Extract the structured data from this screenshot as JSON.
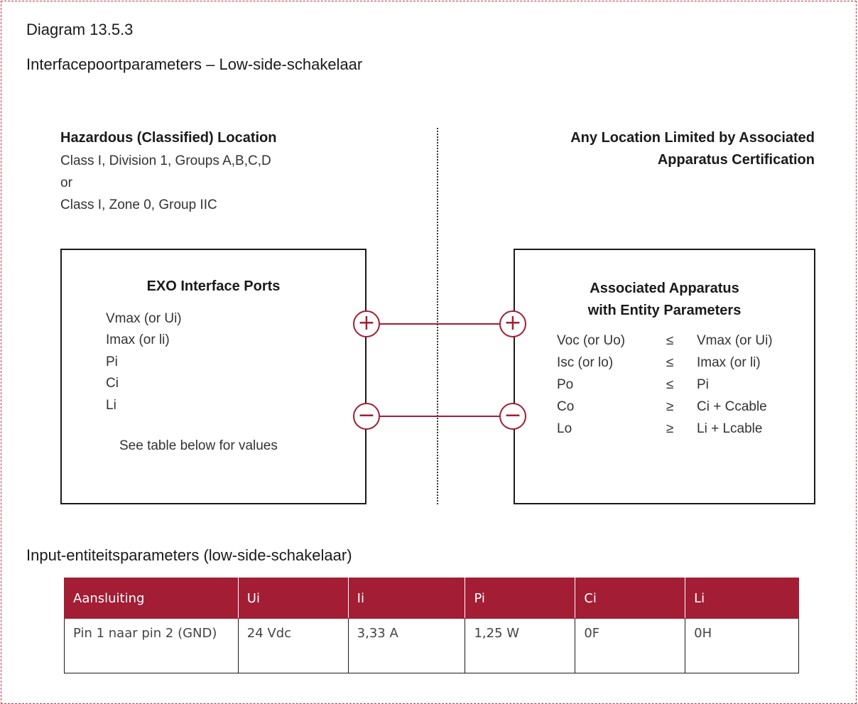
{
  "header": {
    "diagram_number": "Diagram 13.5.3",
    "title": "Interfacepoortparameters – Low-side-schakelaar"
  },
  "diagram": {
    "hazardous": {
      "title": "Hazardous (Classified) Location",
      "line1": "Class I, Division 1, Groups A,B,C,D",
      "line2": "or",
      "line3": "Class I, Zone 0, Group IIC"
    },
    "safe": {
      "title_line1": "Any Location Limited by Associated",
      "title_line2": "Apparatus Certification"
    },
    "exo_box": {
      "title": "EXO Interface Ports",
      "params": [
        "Vmax (or Ui)",
        "Imax (or li)",
        "Pi",
        "Ci",
        "Li"
      ],
      "note": "See table below for values"
    },
    "associated_box": {
      "title_line1": "Associated Apparatus",
      "title_line2": "with Entity Parameters",
      "rows": [
        {
          "left": "Voc (or Uo)",
          "op": "≤",
          "right": "Vmax (or Ui)"
        },
        {
          "left": "Isc (or lo)",
          "op": "≤",
          "right": "Imax (or li)"
        },
        {
          "left": "Po",
          "op": "≤",
          "right": "Pi"
        },
        {
          "left": "Co",
          "op": "≥",
          "right": "Ci + Ccable"
        },
        {
          "left": "Lo",
          "op": "≥",
          "right": "Li + Lcable"
        }
      ]
    },
    "terminals": {
      "plus": "+",
      "minus": "−"
    }
  },
  "section_title": "Input-entiteitsparameters (low-side-schakelaar)",
  "table": {
    "headers": [
      "Aansluiting",
      "Ui",
      "Ii",
      "Pi",
      "Ci",
      "Li"
    ],
    "rows": [
      [
        "Pin 1 naar pin 2 (GND)",
        "24 Vdc",
        "3,33 A",
        "1,25 W",
        "0F",
        "0H"
      ]
    ]
  },
  "colors": {
    "accent": "#a31d35",
    "border_dashed": "#b23a48"
  }
}
